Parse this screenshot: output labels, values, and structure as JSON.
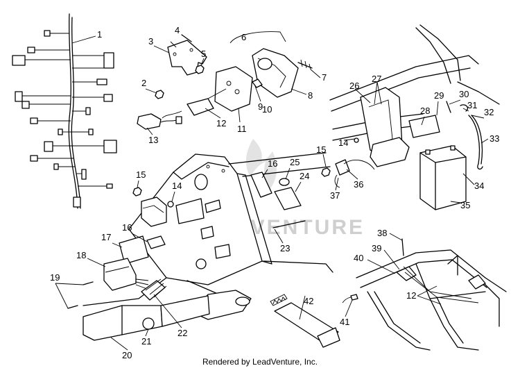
{
  "diagram": {
    "watermark": "LEADVENTURE",
    "footer": "Rendered by LeadVenture, Inc.",
    "callouts": {
      "c1": "1",
      "c2": "2",
      "c3": "3",
      "c4": "4",
      "c5": "5",
      "c6": "6",
      "c7": "7",
      "c8": "8",
      "c9": "9",
      "c10": "10",
      "c11": "11",
      "c12": "12",
      "c13": "13",
      "c14a": "14",
      "c14b": "14",
      "c15a": "15",
      "c15b": "15",
      "c16a": "16",
      "c16b": "16",
      "c17": "17",
      "c18": "18",
      "c19": "19",
      "c20": "20",
      "c21": "21",
      "c22": "22",
      "c23": "23",
      "c24": "24",
      "c25": "25",
      "c26": "26",
      "c27": "27",
      "c28": "28",
      "c29": "29",
      "c30": "30",
      "c31": "31",
      "c32": "32",
      "c33": "33",
      "c34": "34",
      "c35": "35",
      "c36": "36",
      "c37": "37",
      "c38": "38",
      "c39": "39",
      "c40": "40",
      "c41": "41",
      "c42": "42",
      "c12b": "12"
    }
  }
}
